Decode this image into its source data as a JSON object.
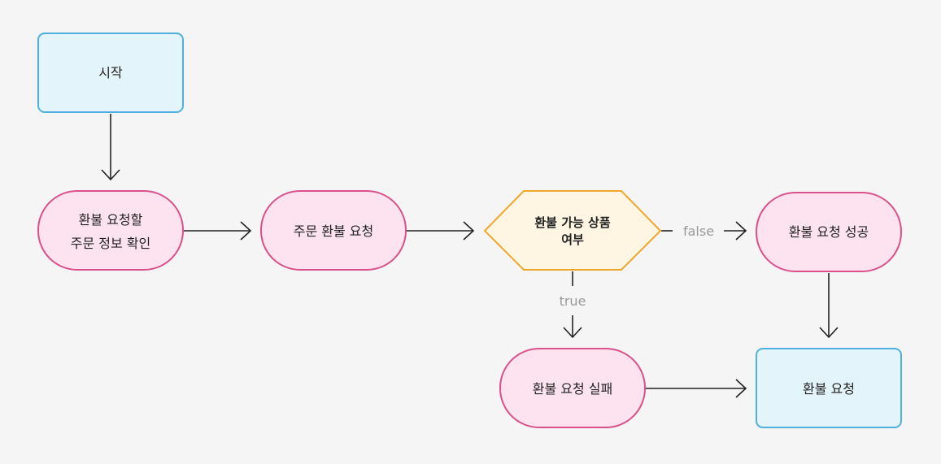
{
  "colors": {
    "background": "#f5f5f5",
    "terminal_fill": "#e4f4fb",
    "terminal_stroke": "#4fb0de",
    "process_fill": "#fde3ef",
    "process_stroke": "#d9508a",
    "decision_fill": "#fef5e2",
    "decision_stroke": "#f1a72c",
    "edge": "#222222",
    "edge_label": "#9a9a9a"
  },
  "nodes": {
    "start": {
      "line1": "시작"
    },
    "check_order_info": {
      "line1": "환불 요청할",
      "line2": "주문 정보 확인"
    },
    "order_refund_request": {
      "line1": "주문 환불 요청"
    },
    "refundable_check": {
      "line1": "환불 가능 상품",
      "line2": "여부"
    },
    "refund_success": {
      "line1": "환불 요청 성공"
    },
    "refund_failure": {
      "line1": "환불 요청 실패"
    },
    "refund_request_end": {
      "line1": "환불 요청"
    }
  },
  "edges": {
    "false_label": "false",
    "true_label": "true"
  }
}
